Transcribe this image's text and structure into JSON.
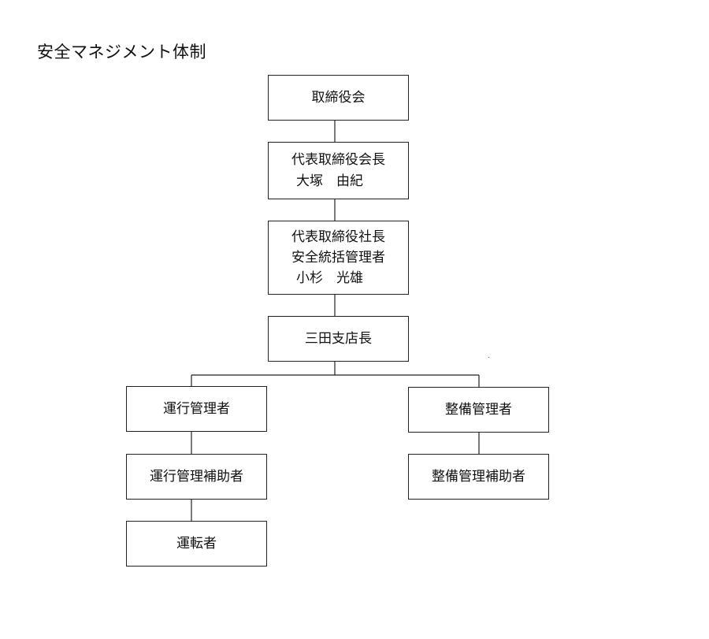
{
  "title": "安全マネジメント体制",
  "nodes": {
    "board": {
      "lines": [
        "取締役会"
      ]
    },
    "chairman": {
      "lines": [
        "代表取締役会長",
        "大塚　由紀"
      ]
    },
    "president": {
      "lines": [
        "代表取締役社長",
        "安全統括管理者",
        "小杉　光雄"
      ]
    },
    "branch_manager": {
      "lines": [
        "三田支店長"
      ]
    },
    "operations_manager": {
      "lines": [
        "運行管理者"
      ]
    },
    "operations_assistant": {
      "lines": [
        "運行管理補助者"
      ]
    },
    "driver": {
      "lines": [
        "運転者"
      ]
    },
    "maintenance_manager": {
      "lines": [
        "整備管理者"
      ]
    },
    "maintenance_assistant": {
      "lines": [
        "整備管理補助者"
      ]
    }
  }
}
